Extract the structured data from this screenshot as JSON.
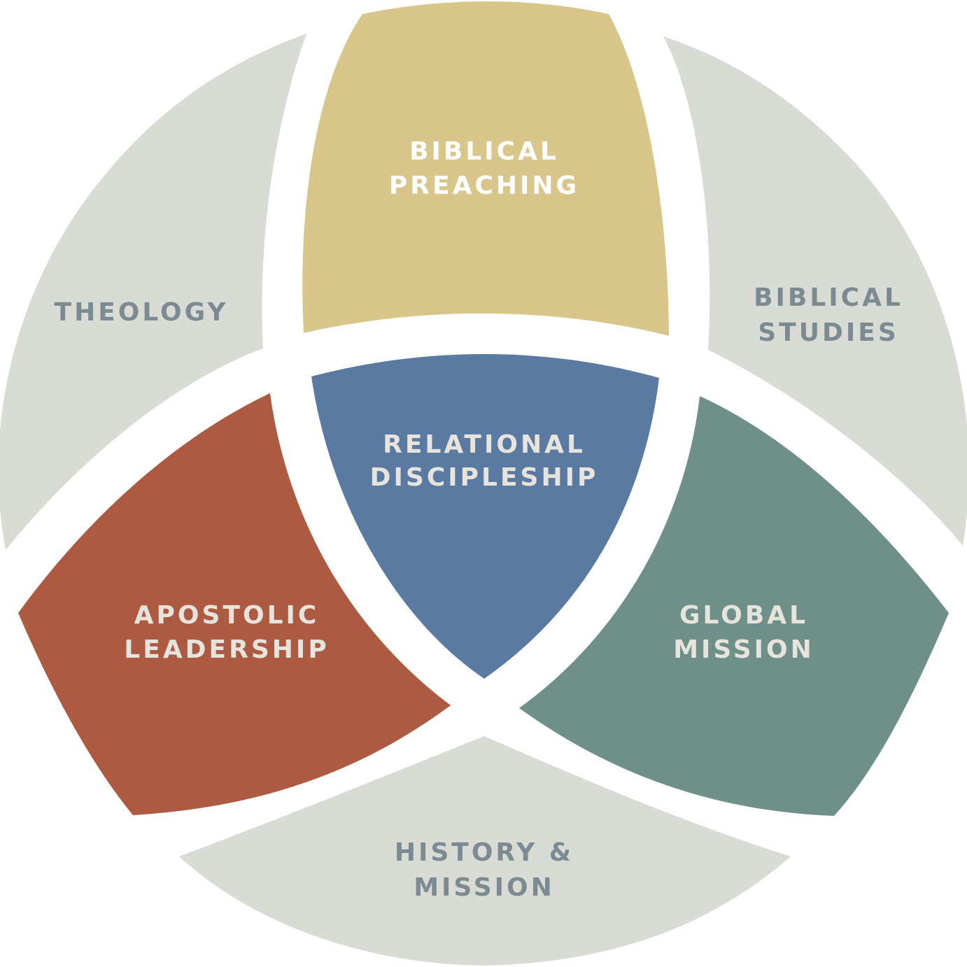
{
  "colors": {
    "outer_gray": "#d9dcd5",
    "outer_text": "#7c8a92",
    "biblical_preaching": "#d8c68a",
    "relational_discipleship": "#5b7aa1",
    "apostolic_leadership": "#ac5a41",
    "global_mission": "#6f9089",
    "inner_text_light": "#ffffff",
    "inner_text_soft": "#e6e4dc",
    "separator": "#ffffff"
  },
  "sections": {
    "theology": {
      "line1": "THEOLOGY"
    },
    "biblical_studies": {
      "line1": "BIBLICAL",
      "line2": "STUDIES"
    },
    "history_mission": {
      "line1": "HISTORY &",
      "line2": "MISSION"
    },
    "biblical_preaching": {
      "line1": "BIBLICAL",
      "line2": "PREACHING"
    },
    "relational_discipleship": {
      "line1": "RELATIONAL",
      "line2": "DISCIPLESHIP"
    },
    "apostolic_leadership": {
      "line1": "APOSTOLIC",
      "line2": "LEADERSHIP"
    },
    "global_mission": {
      "line1": "GLOBAL",
      "line2": "MISSION"
    }
  }
}
